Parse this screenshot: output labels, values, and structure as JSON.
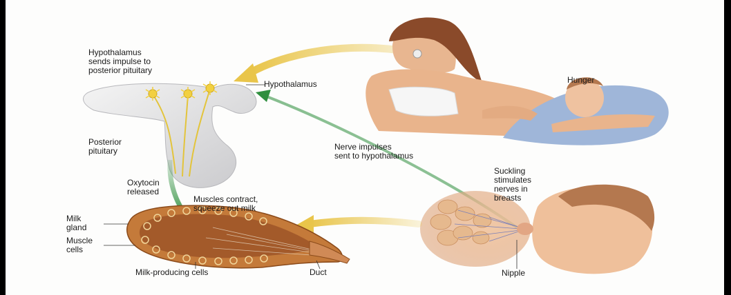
{
  "labels": {
    "hypothalamus_sends": "Hypothalamus\nsends impulse to\nposterior pituitary",
    "hypothalamus": "Hypothalamus",
    "hunger": "Hunger",
    "posterior_pituitary": "Posterior\npituitary",
    "nerve_impulses": "Nerve impulses\nsent to hypothalamus",
    "oxytocin": "Oxytocin\nreleased",
    "suckling": "Suckling\nstimulates\nnerves in\nbreasts",
    "muscles_contract": "Muscles contract,\nsqueeze out milk",
    "milk_gland": "Milk\ngland",
    "muscle_cells": "Muscle\ncells",
    "milk_producing": "Milk-producing cells",
    "duct": "Duct",
    "nipple": "Nipple"
  },
  "colors": {
    "yellow_arrow": "#e9c54a",
    "green_arrow": "#2f8f3e",
    "skin": "#e9b48c",
    "hair": "#8a4a2a",
    "blanket": "#9fb6d9",
    "gland_outer": "#c47a3a",
    "gland_inner": "#a35a2a"
  }
}
